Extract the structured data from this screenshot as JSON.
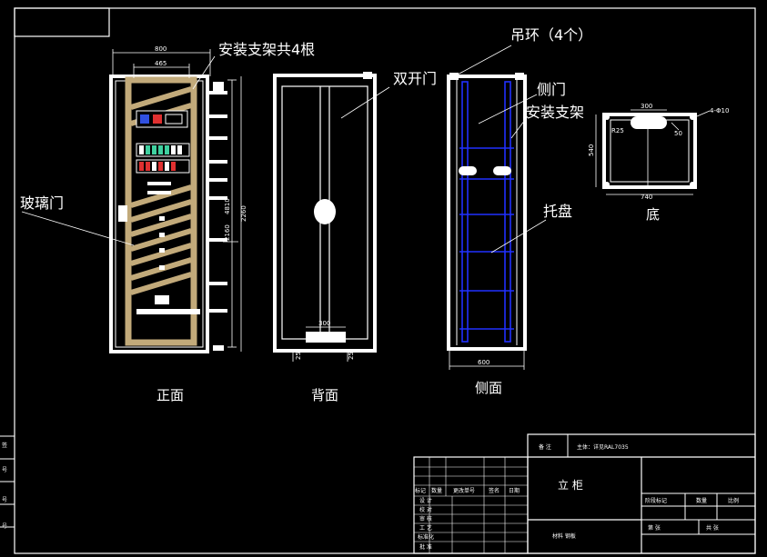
{
  "drawing": {
    "labels": {
      "install_brackets_4": "安装支架共4根",
      "glass_door": "玻璃门",
      "double_door": "双开门",
      "lifting_ring": "吊环（4个）",
      "side_door": "侧门",
      "install_bracket": "安装支架",
      "tray": "托盘",
      "bottom": "底"
    },
    "view_titles": {
      "front": "正面",
      "back": "背面",
      "side": "侧面"
    },
    "dimensions": {
      "front_width": "800",
      "front_inner": "465",
      "front_h1": "2160",
      "front_h2": "4810",
      "front_total": "2260",
      "back_bottom": "300",
      "back_left": "25",
      "back_right": "25",
      "side_width": "600",
      "bottom_top": "300",
      "bottom_hole": "4-Φ10",
      "bottom_left": "540",
      "bottom_width": "740",
      "bottom_r": "R25",
      "bottom_50": "50"
    }
  },
  "title_block": {
    "rev_headers": [
      "标记",
      "数量",
      "更改单号",
      "签名",
      "日期"
    ],
    "role_rows": [
      "设  计",
      "校  对",
      "审  核",
      "工  艺",
      "标准化",
      "批  准"
    ],
    "note_label": "备  注",
    "color_note": "主体：详见RAL7035",
    "drawing_name": "立  柜",
    "material_note": "材料 钢板",
    "stage_headers": [
      "阶段标记",
      "数量",
      "比例"
    ],
    "sheet_headers": [
      "第    张",
      "共    张"
    ],
    "left_marks": [
      "签",
      "号",
      "号",
      "号"
    ]
  }
}
